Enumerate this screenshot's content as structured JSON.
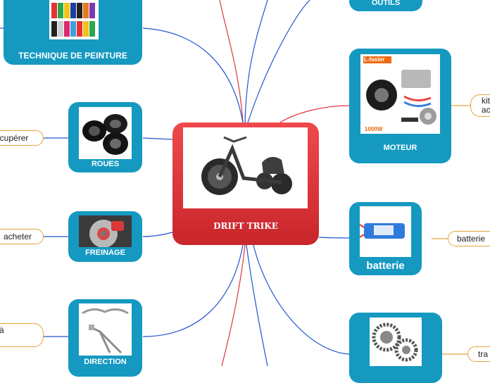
{
  "central": {
    "label": "DRIFT TRIKE",
    "image_icon": "drift-trike-photo"
  },
  "branches": {
    "outils": {
      "label": "OUTILS"
    },
    "peinture": {
      "label": "TECHNIQUE DE PEINTURE",
      "image_icon": "spray-paint-cans-photo"
    },
    "roues": {
      "label": "ROUES",
      "image_icon": "wheels-photo"
    },
    "freinage": {
      "label": "FREINAGE",
      "image_icon": "brake-disc-photo"
    },
    "direction": {
      "label": "DIRECTION",
      "image_icon": "handlebar-fork-photo"
    },
    "moteur": {
      "label": "MOTEUR",
      "image_icon": "motor-kit-photo",
      "badge_top": "L-faster",
      "badge_bottom": "1000W"
    },
    "batterie": {
      "label": "batterie",
      "image_icon": "battery-pack-photo"
    },
    "transmission": {
      "label": "",
      "image_icon": "chain-sprocket-photo"
    }
  },
  "leaves": {
    "recuperer": "écupérer",
    "acheter": "acheter",
    "direction_note": "à",
    "moteur_note_1": "kit",
    "moteur_note_2": "ac",
    "batterie_note": "batterie",
    "transmission_note": "tra"
  },
  "colors": {
    "node_blue": "#1599c1",
    "central_red": "#e03a3f",
    "link_blue": "#2454d3",
    "link_red": "#e0343a",
    "leaf_border": "#e3a43a"
  }
}
